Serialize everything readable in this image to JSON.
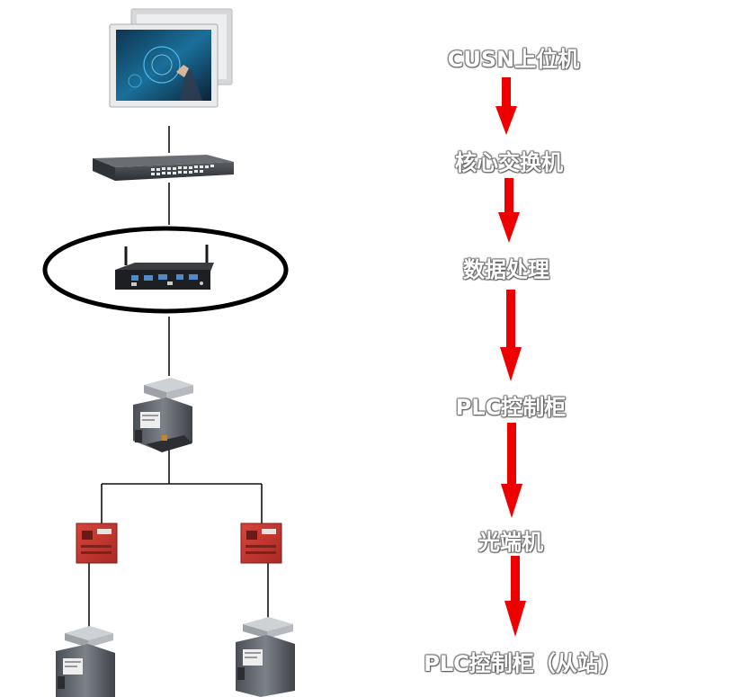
{
  "flow": {
    "steps": [
      "CUSN上位机",
      "核心交换机",
      "数据处理",
      "PLC控制柜",
      "光端机",
      "PLC控制柜（从站)"
    ]
  },
  "colors": {
    "arrow": "#ee0000",
    "line": "#111111",
    "ellipse": "#000000",
    "control_box": "#c8312b",
    "cabinet": "#5d6167"
  },
  "devices": {
    "icons": [
      "touch-panel-pc-icon",
      "network-switch-icon",
      "fanless-mini-pc-icon",
      "plc-cabinet-icon",
      "optical-transceiver-icon",
      "optical-transceiver-icon",
      "plc-cabinet-slave-icon",
      "plc-cabinet-slave-icon"
    ]
  }
}
